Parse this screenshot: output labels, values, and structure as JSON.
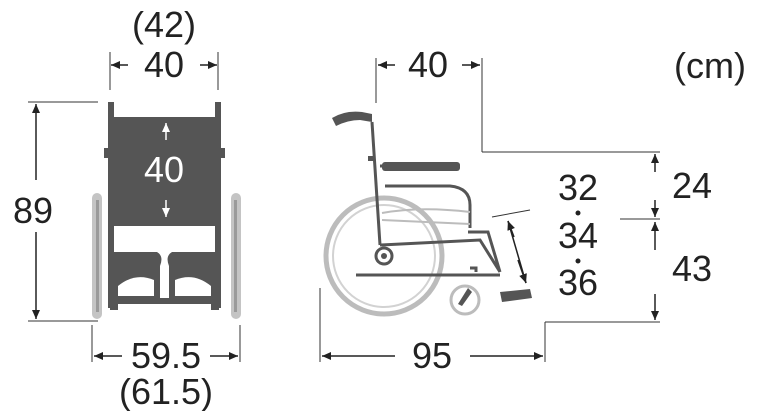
{
  "unit_label": "(cm)",
  "front_view": {
    "top_width_alt": "(42)",
    "top_width": "40",
    "seat_back_height": "40",
    "total_height": "89",
    "total_width": "59.5",
    "total_width_alt": "(61.5)"
  },
  "side_view": {
    "seat_depth": "40",
    "armrest_height": "24",
    "seat_height": "43",
    "footrest_options": [
      "32",
      "34",
      "36"
    ],
    "total_length": "95"
  },
  "colors": {
    "frame": "#555555",
    "seat": "#5a5a5a",
    "wheel_gray": "#b8b8b8",
    "text": "#222222"
  }
}
